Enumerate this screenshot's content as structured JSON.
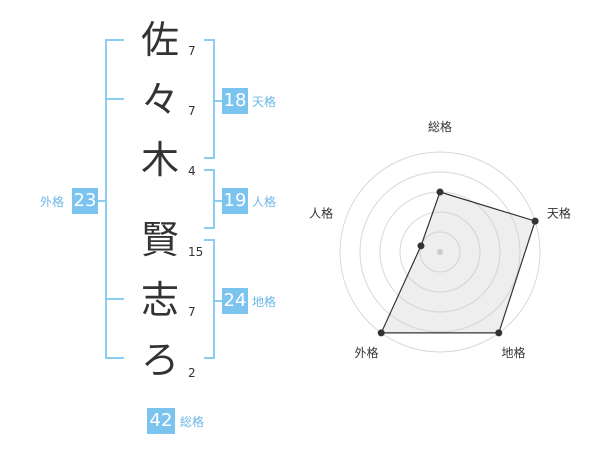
{
  "name_chars": [
    {
      "char": "佐",
      "strokes": "7"
    },
    {
      "char": "々",
      "strokes": "7"
    },
    {
      "char": "木",
      "strokes": "4"
    },
    {
      "char": "賢",
      "strokes": "15"
    },
    {
      "char": "志",
      "strokes": "7"
    },
    {
      "char": "ろ",
      "strokes": "2"
    }
  ],
  "kaku": {
    "tenkaku": {
      "value": "18",
      "label": "天格"
    },
    "jinkaku": {
      "value": "19",
      "label": "人格"
    },
    "chikaku": {
      "value": "24",
      "label": "地格"
    },
    "gaikaku": {
      "value": "23",
      "label": "外格"
    },
    "soukaku": {
      "value": "42",
      "label": "総格"
    }
  },
  "colors": {
    "accent": "#7cc4f0",
    "bracket": "#8ccdf2",
    "text": "#333333"
  },
  "chart_data": {
    "type": "radar",
    "axes": [
      "総格",
      "天格",
      "地格",
      "外格",
      "人格"
    ],
    "values": [
      3,
      5,
      5,
      5,
      1
    ],
    "max": 5,
    "rings": 5
  }
}
